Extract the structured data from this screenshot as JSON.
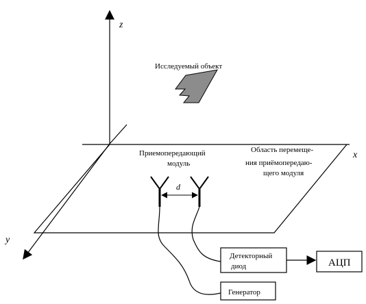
{
  "axes": {
    "x": "x",
    "y": "y",
    "z": "z"
  },
  "labels": {
    "object": "Исследуемый объект",
    "module_line1": "Приемопередающий",
    "module_line2": "модуль",
    "region_line1": "Область перемеще-",
    "region_line2": "ния приёмопередаю-",
    "region_line3": "щего модуля",
    "distance": "d"
  },
  "blocks": {
    "detector_line1": "Детекторный",
    "detector_line2": "диод",
    "adc": "АЦП",
    "generator": "Генератор"
  },
  "colors": {
    "object_fill": "#8c8c8c",
    "line": "#000000"
  }
}
